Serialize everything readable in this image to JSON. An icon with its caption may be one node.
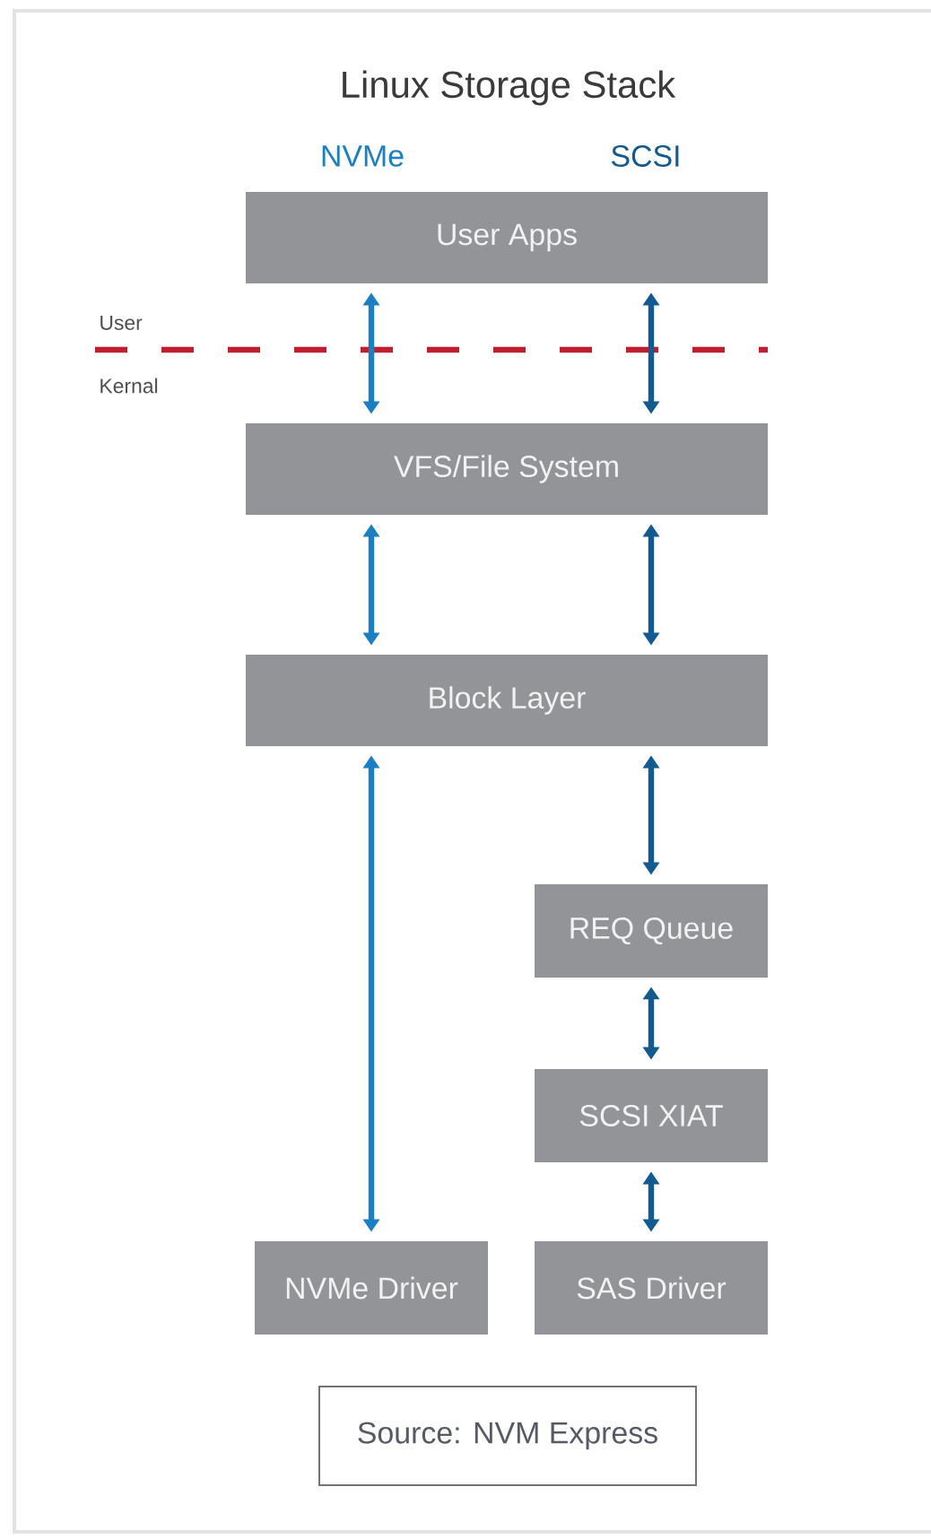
{
  "diagram": {
    "title": "Linux Storage Stack",
    "nodes": [
      {
        "text": [
          "User Apps"
        ]
      },
      {
        "text": [
          "VFS/File System"
        ]
      },
      {
        "text": [
          "Block Layer"
        ]
      },
      {
        "text": [
          "REQ Queue"
        ]
      },
      {
        "text": [
          "SCSI XIAT"
        ]
      },
      {
        "text": [
          "NVMe Driver"
        ]
      },
      {
        "text": [
          "SAS Driver"
        ]
      },
      {
        "text": [
          "Source: NVM Express"
        ]
      }
    ],
    "edges": [
      {
        "from": 0,
        "to": 1,
        "arrow": "both",
        "color": "#1b7fc2"
      },
      {
        "from": 0,
        "to": 1,
        "arrow": "both"
      },
      {
        "from": 1,
        "to": 2,
        "arrow": "both",
        "color": "#1b7fc2"
      },
      {
        "from": 1,
        "to": 2,
        "arrow": "both"
      },
      {
        "from": 2,
        "to": 5,
        "arrow": "both",
        "color": "#1b7fc2"
      },
      {
        "from": 2,
        "to": 3,
        "arrow": "both"
      },
      {
        "from": 3,
        "to": 4,
        "arrow": "both"
      },
      {
        "from": 4,
        "to": 6,
        "arrow": "both"
      }
    ],
    "labels": [
      "NVMe",
      "SCSI",
      "User",
      "Kernal"
    ]
  }
}
